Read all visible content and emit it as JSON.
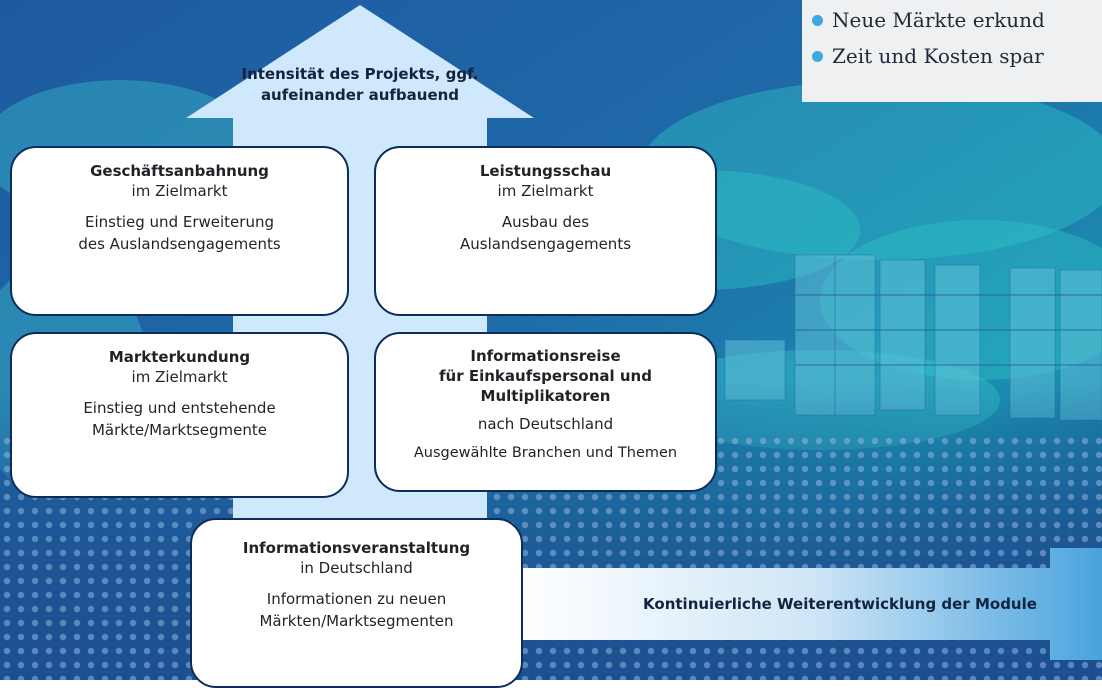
{
  "colors": {
    "box_border": "#0c2d5c",
    "arrow_fill": "#cfe8fb",
    "bullet": "#3ea8e0",
    "background": "#1b4f8f"
  },
  "up_arrow": {
    "label": "Intensität des Projekts, ggf. aufeinander aufbauend"
  },
  "right_arrow": {
    "label": "Kontinuierliche Weiterentwicklung der Module"
  },
  "bullets": [
    "Neue Märkte erkund",
    "Zeit und Kosten spar"
  ],
  "boxes": {
    "geschaeftsanbahnung": {
      "title": "Geschäftsanbahnung",
      "subtitle": "im Zielmarkt",
      "desc_1": "Einstieg und Erweiterung",
      "desc_2": "des Auslandsengagements"
    },
    "leistungsschau": {
      "title": "Leistungsschau",
      "subtitle": "im Zielmarkt",
      "desc_1": "Ausbau des",
      "desc_2": "Auslandsengagements"
    },
    "markterkundung": {
      "title": "Markterkundung",
      "subtitle": "im Zielmarkt",
      "desc_1": "Einstieg und entstehende",
      "desc_2": "Märkte/Marktsegmente"
    },
    "informationsreise": {
      "title_1": "Informationsreise",
      "title_2": "für Einkaufspersonal und",
      "title_3": "Multiplikatoren",
      "subtitle": "nach Deutschland",
      "desc": "Ausgewählte Branchen und Themen"
    },
    "informationsveranstaltung": {
      "title": "Informationsveranstaltung",
      "subtitle": "in Deutschland",
      "desc_1": "Informationen zu neuen",
      "desc_2": "Märkten/Marktsegmenten"
    }
  }
}
